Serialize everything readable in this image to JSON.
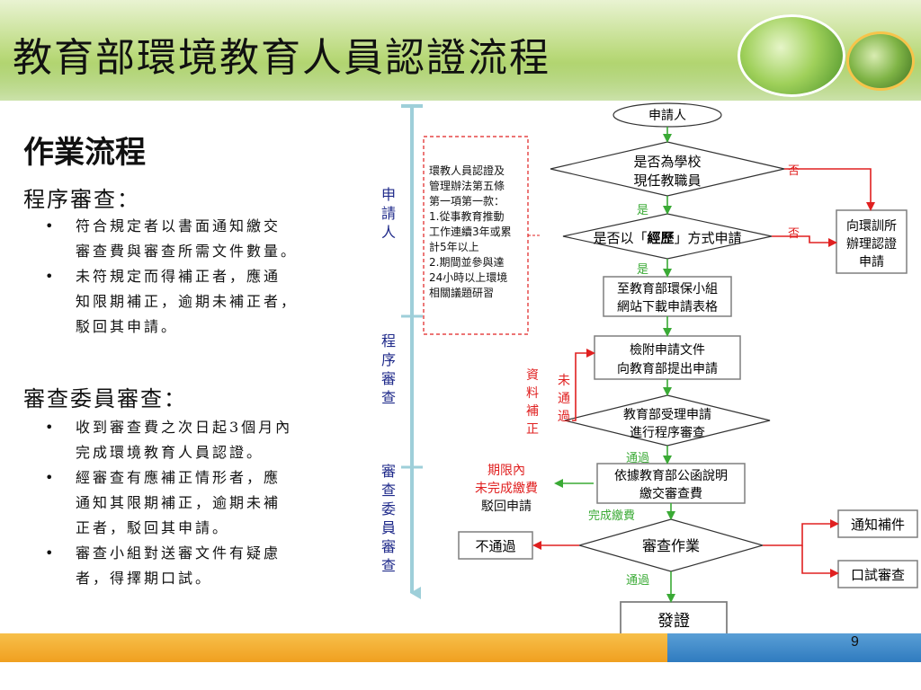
{
  "header": {
    "title": "教育部環境教育人員認證流程"
  },
  "page_number": "9",
  "left": {
    "section_title": "作業流程",
    "procedure": {
      "heading": "程序審查：",
      "items": [
        {
          "line1": "符合規定者以書面通知繳交",
          "line2": "審查費與審查所需文件數量。"
        },
        {
          "line1": "未符規定而得補正者，應通",
          "line2": "知限期補正，逾期未補正者，",
          "line3": "駁回其申請。"
        }
      ]
    },
    "committee": {
      "heading": "審查委員審查：",
      "items": [
        {
          "line1": "收到審查費之次日起3個月內",
          "line2": "完成環境教育人員認證。"
        },
        {
          "line1": "經審查有應補正情形者，應",
          "line2": "通知其限期補正，逾期未補",
          "line3": "正者，駁回其申請。"
        },
        {
          "line1": "審查小組對送審文件有疑慮",
          "line2": "者，得擇期口試。"
        }
      ]
    }
  },
  "stages": {
    "s1": [
      "申",
      "請",
      "人"
    ],
    "s2": [
      "程",
      "序",
      "審",
      "查"
    ],
    "s3": [
      "審",
      "查",
      "委",
      "員",
      "審",
      "查"
    ]
  },
  "flow": {
    "applicant": "申請人",
    "d1": {
      "l1": "是否為學校",
      "l2": "現任教職員"
    },
    "d2": {
      "a": "是否以「",
      "b": "經歷",
      "c": "」方式申請"
    },
    "side_box": {
      "l1": "向環訓所",
      "l2": "辦理認證",
      "l3": "申請"
    },
    "step_download": {
      "l1": "至教育部環保小組",
      "l2": "網站下載申請表格"
    },
    "step_submit": {
      "l1": "檢附申請文件",
      "l2": "向教育部提出申請"
    },
    "d3": {
      "l1": "教育部受理申請",
      "l2": "進行程序審查"
    },
    "step_fee": {
      "l1": "依據教育部公函說明",
      "l2": "繳交審查費"
    },
    "d4": "審查作業",
    "fail_box": "不通過",
    "notify_box": "通知補件",
    "oral_box": "口試審查",
    "issue_box": "發證",
    "note": {
      "l1": "環教人員認證及",
      "l2": "管理辦法第五條",
      "l3": "第一項第一款：",
      "l4": "1.從事教育推動",
      "l5": "工作連續3年或累",
      "l6": "計5年以上",
      "l7": "2.期間並參與達",
      "l8": "24小時以上環境",
      "l9": "相關議題研習"
    },
    "labels": {
      "no1": "否",
      "no2": "否",
      "yes1": "是",
      "yes2": "是",
      "pass1": "通過",
      "pass2": "通過",
      "fee_done": "完成繳費",
      "supplement": [
        "資",
        "料",
        "補",
        "正"
      ],
      "not_pass": [
        "未",
        "通",
        "過"
      ],
      "overdue": {
        "l1": "期限內",
        "l2": "未完成繳費",
        "l3": "駁回申請"
      }
    }
  },
  "colors": {
    "arrow_green": "#3aaa35",
    "arrow_red": "#e02020",
    "stage_blue": "#1f2a8a",
    "box_border": "#7f7f7f",
    "timeline": "#9ecfd9"
  }
}
